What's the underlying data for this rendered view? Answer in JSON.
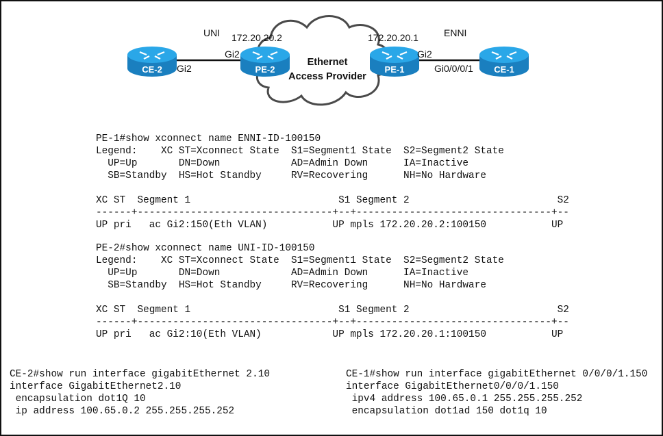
{
  "diagram": {
    "labels": {
      "uni": "UNI",
      "enni": "ENNI",
      "pe2_ip": "172.20.20.2",
      "pe1_ip": "172.20.20.1",
      "pe2_if": "Gi2",
      "ce2_if": "Gi2",
      "pe1_if": "Gi2",
      "ce1_if": "Gi0/0/0/1"
    },
    "cloud": {
      "line1": "Ethernet",
      "line2": "Access Provider"
    },
    "routers": {
      "ce2": "CE-2",
      "pe2": "PE-2",
      "pe1": "PE-1",
      "ce1": "CE-1"
    },
    "colors": {
      "router_top": "#2aa7e8",
      "router_side": "#1a7fbf",
      "cloud_border": "#4a4a4a",
      "cloud_fill": "#ffffff"
    }
  },
  "xc1": {
    "cmd": "PE-1#show xconnect name ENNI-ID-100150",
    "legend1": "Legend:    XC ST=Xconnect State  S1=Segment1 State  S2=Segment2 State",
    "legend2": "  UP=Up       DN=Down            AD=Admin Down      IA=Inactive",
    "legend3": "  SB=Standby  HS=Hot Standby     RV=Recovering      NH=No Hardware",
    "header": "XC ST  Segment 1                         S1 Segment 2                         S2",
    "sep": "------+---------------------------------+--+---------------------------------+--",
    "row": "UP pri   ac Gi2:150(Eth VLAN)           UP mpls 172.20.20.2:100150           UP"
  },
  "xc2": {
    "cmd": "PE-2#show xconnect name UNI-ID-100150",
    "legend1": "Legend:    XC ST=Xconnect State  S1=Segment1 State  S2=Segment2 State",
    "legend2": "  UP=Up       DN=Down            AD=Admin Down      IA=Inactive",
    "legend3": "  SB=Standby  HS=Hot Standby     RV=Recovering      NH=No Hardware",
    "header": "XC ST  Segment 1                         S1 Segment 2                         S2",
    "sep": "------+---------------------------------+--+---------------------------------+--",
    "row": "UP pri   ac Gi2:10(Eth VLAN)            UP mpls 172.20.20.1:100150           UP"
  },
  "ce2_config": {
    "line1": "CE-2#show run interface gigabitEthernet 2.10",
    "line2": "interface GigabitEthernet2.10",
    "line3": " encapsulation dot1Q 10",
    "line4": " ip address 100.65.0.2 255.255.255.252"
  },
  "ce1_config": {
    "line1": "CE-1#show run interface gigabitEthernet 0/0/0/1.150",
    "line2": "interface GigabitEthernet0/0/0/1.150",
    "line3": " ipv4 address 100.65.0.1 255.255.255.252",
    "line4": " encapsulation dot1ad 150 dot1q 10"
  }
}
